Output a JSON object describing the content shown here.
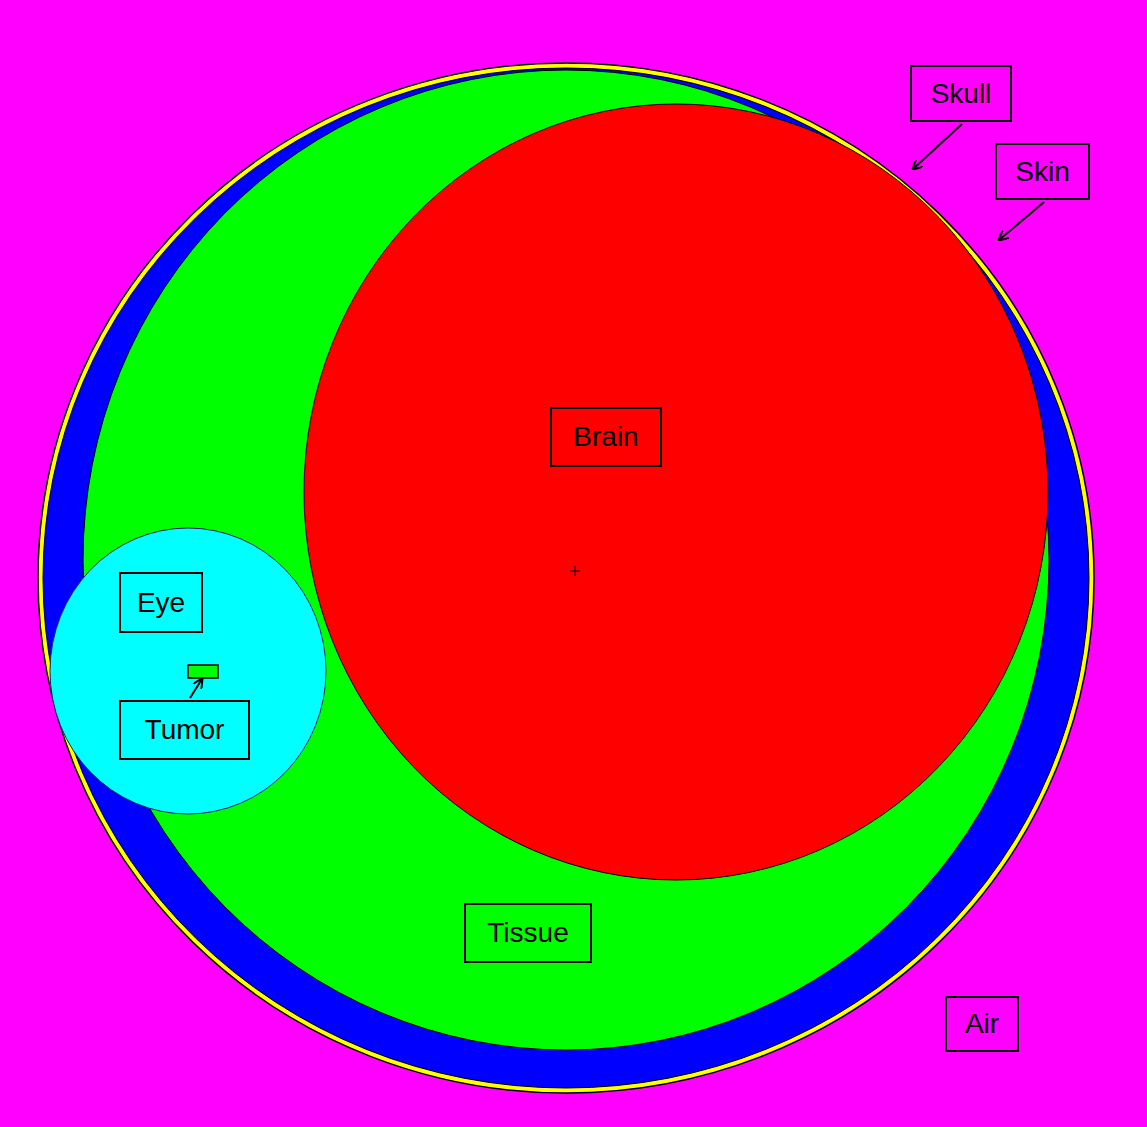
{
  "diagram": {
    "nodes": [
      {
        "text": [
          "Skull"
        ]
      },
      {
        "text": [
          "Skin"
        ]
      },
      {
        "text": [
          "Brain"
        ]
      },
      {
        "text": [
          "Eye"
        ]
      },
      {
        "text": [
          "Tumor"
        ]
      },
      {
        "text": [
          "Tissue"
        ]
      },
      {
        "text": [
          "Air"
        ]
      }
    ]
  }
}
